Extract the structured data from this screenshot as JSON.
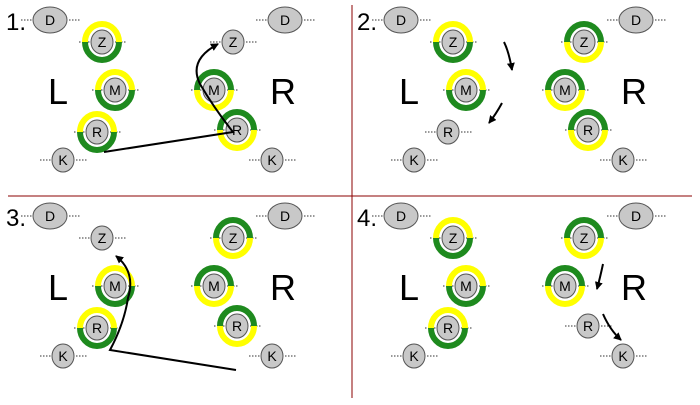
{
  "colors": {
    "node_fill": "#c8c8c8",
    "node_stroke": "#555555",
    "ring_green": "#1e8a1e",
    "ring_yellow": "#ffff00",
    "divider": "#8b0000",
    "arrow": "#000000",
    "dotted": "#333333"
  },
  "panels": [
    {
      "number": "1.",
      "left_label": "L",
      "right_label": "R",
      "nodes": [
        {
          "label": "D",
          "ring": "none"
        },
        {
          "label": "Z",
          "ring": "green-bottom"
        },
        {
          "label": "M",
          "ring": "green-bottom"
        },
        {
          "label": "R",
          "ring": "green-bottom"
        },
        {
          "label": "K",
          "ring": "none"
        },
        {
          "label": "D",
          "ring": "none"
        },
        {
          "label": "Z",
          "ring": "none"
        },
        {
          "label": "M",
          "ring": "green-top"
        },
        {
          "label": "R",
          "ring": "green-top"
        },
        {
          "label": "K",
          "ring": "none"
        }
      ]
    },
    {
      "number": "2.",
      "left_label": "L",
      "right_label": "R",
      "nodes": [
        {
          "label": "D",
          "ring": "none"
        },
        {
          "label": "Z",
          "ring": "green-bottom"
        },
        {
          "label": "M",
          "ring": "green-bottom"
        },
        {
          "label": "R",
          "ring": "none"
        },
        {
          "label": "K",
          "ring": "none"
        },
        {
          "label": "D",
          "ring": "none"
        },
        {
          "label": "Z",
          "ring": "green-top"
        },
        {
          "label": "M",
          "ring": "green-top"
        },
        {
          "label": "R",
          "ring": "green-top"
        },
        {
          "label": "K",
          "ring": "none"
        }
      ]
    },
    {
      "number": "3.",
      "left_label": "L",
      "right_label": "R",
      "nodes": [
        {
          "label": "D",
          "ring": "none"
        },
        {
          "label": "Z",
          "ring": "none"
        },
        {
          "label": "M",
          "ring": "green-bottom"
        },
        {
          "label": "R",
          "ring": "green-bottom"
        },
        {
          "label": "K",
          "ring": "none"
        },
        {
          "label": "D",
          "ring": "none"
        },
        {
          "label": "Z",
          "ring": "green-top"
        },
        {
          "label": "M",
          "ring": "green-top"
        },
        {
          "label": "R",
          "ring": "green-top"
        },
        {
          "label": "K",
          "ring": "none"
        }
      ]
    },
    {
      "number": "4.",
      "left_label": "L",
      "right_label": "R",
      "nodes": [
        {
          "label": "D",
          "ring": "none"
        },
        {
          "label": "Z",
          "ring": "green-bottom"
        },
        {
          "label": "M",
          "ring": "green-bottom"
        },
        {
          "label": "R",
          "ring": "green-bottom"
        },
        {
          "label": "K",
          "ring": "none"
        },
        {
          "label": "D",
          "ring": "none"
        },
        {
          "label": "Z",
          "ring": "green-top"
        },
        {
          "label": "M",
          "ring": "green-top"
        },
        {
          "label": "R",
          "ring": "none"
        },
        {
          "label": "K",
          "ring": "none"
        }
      ]
    }
  ]
}
